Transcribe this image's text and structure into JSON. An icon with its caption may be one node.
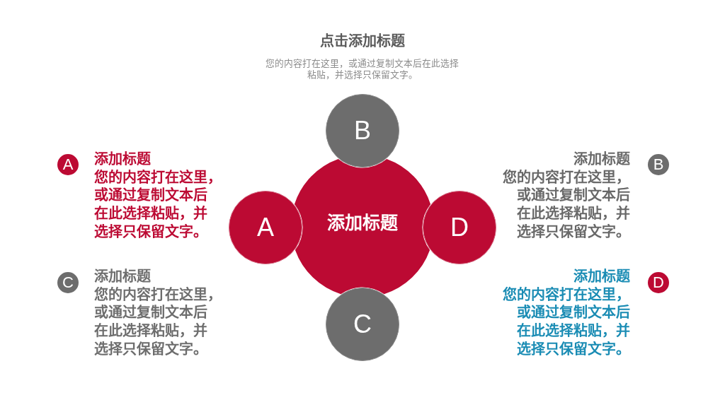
{
  "diagram": {
    "title": "点击添加标题",
    "nodes": [
      {
        "text": [
          "B"
        ]
      },
      {
        "text": [
          "A"
        ],
        "beside": [
          "添加标题",
          "您的内容打在这里，或通过复制文本后在此选择粘贴，并选择只保留文字。"
        ]
      },
      {
        "text": [
          "B"
        ],
        "beside": [
          "添加标题",
          "您的内容打在这里，或通过复制文本后在此选择粘贴，并选择只保留文字。"
        ]
      },
      {
        "text": [
          "添加标题"
        ]
      },
      {
        "text": [
          "A"
        ]
      },
      {
        "text": [
          "D"
        ]
      },
      {
        "text": [
          "C"
        ],
        "beside": [
          "添加标题",
          "您的内容打在这里，或通过复制文本后在此选择粘贴，并选择只保留文字。"
        ]
      },
      {
        "text": [
          "D"
        ],
        "beside": [
          "添加标题",
          "您的内容打在这里，或通过复制文本后在此选择粘贴，并选择只保留文字。"
        ]
      },
      {
        "text": [
          "C"
        ]
      }
    ],
    "labels": [
      "您的内容打在这里，或通过复制文本后在此选择粘贴，并选择只保留文字。"
    ]
  }
}
